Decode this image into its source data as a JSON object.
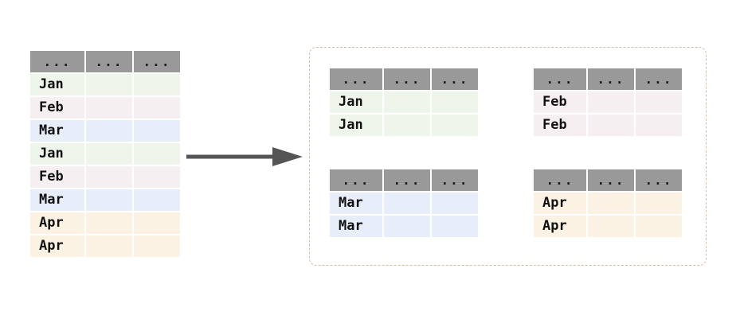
{
  "diagram": {
    "title": "group-by-partition-diagram",
    "colors": {
      "header_gray": "#999999",
      "arrow_gray": "#555555",
      "dashed_border": "#d6bda8",
      "jan": "#eef5ea",
      "feb": "#f6eff1",
      "mar": "#e7edf9",
      "apr": "#fbf2e4"
    }
  },
  "source_table": {
    "name": "source-table",
    "headers": [
      "...",
      "...",
      "..."
    ],
    "rows": [
      {
        "label": "Jan",
        "tint": "jan",
        "cells": [
          "",
          ""
        ]
      },
      {
        "label": "Feb",
        "tint": "feb",
        "cells": [
          "",
          ""
        ]
      },
      {
        "label": "Mar",
        "tint": "mar",
        "cells": [
          "",
          ""
        ]
      },
      {
        "label": "Jan",
        "tint": "jan",
        "cells": [
          "",
          ""
        ]
      },
      {
        "label": "Feb",
        "tint": "feb",
        "cells": [
          "",
          ""
        ]
      },
      {
        "label": "Mar",
        "tint": "mar",
        "cells": [
          "",
          ""
        ]
      },
      {
        "label": "Apr",
        "tint": "apr",
        "cells": [
          "",
          ""
        ]
      },
      {
        "label": "Apr",
        "tint": "apr",
        "cells": [
          "",
          ""
        ]
      }
    ]
  },
  "arrow": {
    "name": "flow-arrow",
    "direction": "right"
  },
  "groups": [
    {
      "key": "Jan",
      "name": "group-table-jan",
      "headers": [
        "...",
        "...",
        "..."
      ],
      "rows": [
        {
          "label": "Jan",
          "tint": "jan",
          "cells": [
            "",
            ""
          ]
        },
        {
          "label": "Jan",
          "tint": "jan",
          "cells": [
            "",
            ""
          ]
        }
      ]
    },
    {
      "key": "Feb",
      "name": "group-table-feb",
      "headers": [
        "...",
        "...",
        "..."
      ],
      "rows": [
        {
          "label": "Feb",
          "tint": "feb",
          "cells": [
            "",
            ""
          ]
        },
        {
          "label": "Feb",
          "tint": "feb",
          "cells": [
            "",
            ""
          ]
        }
      ]
    },
    {
      "key": "Mar",
      "name": "group-table-mar",
      "headers": [
        "...",
        "...",
        "..."
      ],
      "rows": [
        {
          "label": "Mar",
          "tint": "mar",
          "cells": [
            "",
            ""
          ]
        },
        {
          "label": "Mar",
          "tint": "mar",
          "cells": [
            "",
            ""
          ]
        }
      ]
    },
    {
      "key": "Apr",
      "name": "group-table-apr",
      "headers": [
        "...",
        "...",
        "..."
      ],
      "rows": [
        {
          "label": "Apr",
          "tint": "apr",
          "cells": [
            "",
            ""
          ]
        },
        {
          "label": "Apr",
          "tint": "apr",
          "cells": [
            "",
            ""
          ]
        }
      ]
    }
  ]
}
